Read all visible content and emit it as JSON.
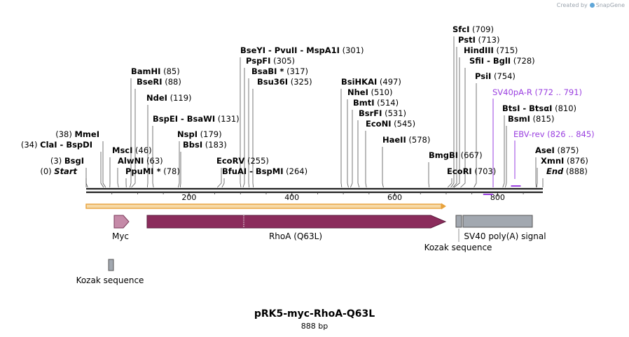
{
  "credit": {
    "prefix": "Created by",
    "brand": "SnapGene"
  },
  "title": "pRK5-myc-RhoA-Q63L",
  "subtitle": "888 bp",
  "length": 888,
  "ruler_ticks": [
    "200",
    "400",
    "600",
    "800"
  ],
  "colors": {
    "site_label": "#000000",
    "primer": "#9a3fe0",
    "orf": "#8b2c5c",
    "orf_light": "#c58aa8",
    "feature_gray": "#a2a8b0",
    "arrow_orange": "#e8a23c",
    "arrow_fill": "#f6d9a6"
  },
  "sites": [
    {
      "name": "SfcI",
      "pos": "(709)"
    },
    {
      "name": "PstI",
      "pos": "(713)"
    },
    {
      "name": "HindIII",
      "pos": "(715)"
    },
    {
      "name": "SfiI  -  BglI",
      "pos": "(728)"
    },
    {
      "name": "PsiI",
      "pos": "(754)"
    },
    {
      "name": "BseYI  -  PvuII  -  MspA1I",
      "pos": "(301)"
    },
    {
      "name": "PspFI",
      "pos": "(305)"
    },
    {
      "name": "BsaBI *",
      "pos": "(317)"
    },
    {
      "name": "Bsu36I",
      "pos": "(325)"
    },
    {
      "name": "BamHI",
      "pos": "(85)"
    },
    {
      "name": "BseRI",
      "pos": "(88)"
    },
    {
      "name": "NdeI",
      "pos": "(119)"
    },
    {
      "name": "BspEI  -  BsaWI",
      "pos": "(131)"
    },
    {
      "name": "NspI",
      "pos": "(179)"
    },
    {
      "name": "BbsI",
      "pos": "(183)"
    },
    {
      "name": "MmeI",
      "pos": "(38)"
    },
    {
      "name": "ClaI  -  BspDI",
      "pos": "(34)"
    },
    {
      "name": "MscI",
      "pos": "(46)"
    },
    {
      "name": "AlwNI",
      "pos": "(63)"
    },
    {
      "name": "PpuMI *",
      "pos": "(78)"
    },
    {
      "name": "BsgI",
      "pos": "(3)"
    },
    {
      "name": "Start",
      "pos": "(0)"
    },
    {
      "name": "EcoRV",
      "pos": "(255)"
    },
    {
      "name": "BfuAI  -  BspMI",
      "pos": "(264)"
    },
    {
      "name": "BsiHKAI",
      "pos": "(497)"
    },
    {
      "name": "NheI",
      "pos": "(510)"
    },
    {
      "name": "BmtI",
      "pos": "(514)"
    },
    {
      "name": "BsrFI",
      "pos": "(531)"
    },
    {
      "name": "EcoNI",
      "pos": "(545)"
    },
    {
      "name": "HaeII",
      "pos": "(578)"
    },
    {
      "name": "BmgBI",
      "pos": "(667)"
    },
    {
      "name": "EcoRI",
      "pos": "(703)"
    },
    {
      "name": "BtsI  -  BtsαI",
      "pos": "(810)"
    },
    {
      "name": "BsmI",
      "pos": "(815)"
    },
    {
      "name": "AseI",
      "pos": "(875)"
    },
    {
      "name": "XmnI",
      "pos": "(876)"
    },
    {
      "name": "End",
      "pos": "(888)"
    }
  ],
  "primers": [
    {
      "name": "SV40pA-R",
      "range": "(772 .. 791)"
    },
    {
      "name": "EBV-rev",
      "range": "(826 .. 845)"
    }
  ],
  "features": [
    {
      "name": "Myc"
    },
    {
      "name": "RhoA (Q63L)"
    },
    {
      "name": "Kozak sequence"
    },
    {
      "name": "SV40 poly(A) signal"
    },
    {
      "name": "Kozak sequence"
    }
  ]
}
